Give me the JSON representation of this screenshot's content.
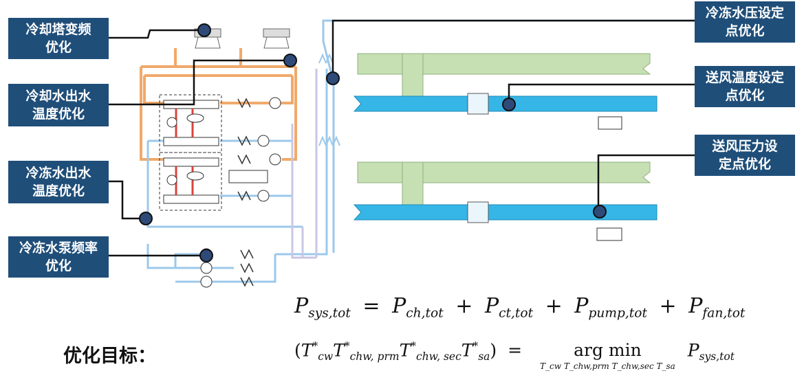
{
  "labels": {
    "cooling_tower_freq": "冷却塔变频\n优化",
    "cooling_water_temp": "冷却水出水\n温度优化",
    "chilled_water_temp": "冷冻水出水\n温度优化",
    "chilled_pump_freq": "冷冻水泵频率\n优化",
    "chilled_pressure_setpoint": "冷冻水压设定\n点优化",
    "supply_air_temp_setpoint": "送风温度设定\n点优化",
    "supply_air_pressure_setpoint": "送风压力设\n定点优化"
  },
  "objective": {
    "title": "优化目标：",
    "eq1_lhs": "P",
    "eq1_lhs_sub": "sys,tot",
    "eq1_terms": [
      {
        "sym": "P",
        "sub": "ch,tot"
      },
      {
        "sym": "P",
        "sub": "ct,tot"
      },
      {
        "sym": "P",
        "sub": "pump,tot"
      },
      {
        "sym": "P",
        "sub": "fan,tot"
      }
    ],
    "eq2_vars": [
      {
        "sym": "T",
        "sup": "*",
        "sub": "cw"
      },
      {
        "sym": "T",
        "sup": "*",
        "sub": "chw, prm"
      },
      {
        "sym": "T",
        "sup": "*",
        "sub": "chw, sec"
      },
      {
        "sym": "T",
        "sup": "*",
        "sub": "sa"
      }
    ],
    "argmin": "arg min",
    "argmin_sub": "T_cw T_chw,prm T_chw,sec T_sa",
    "eq2_rhs": "P",
    "eq2_rhs_sub": "sys,tot"
  }
}
